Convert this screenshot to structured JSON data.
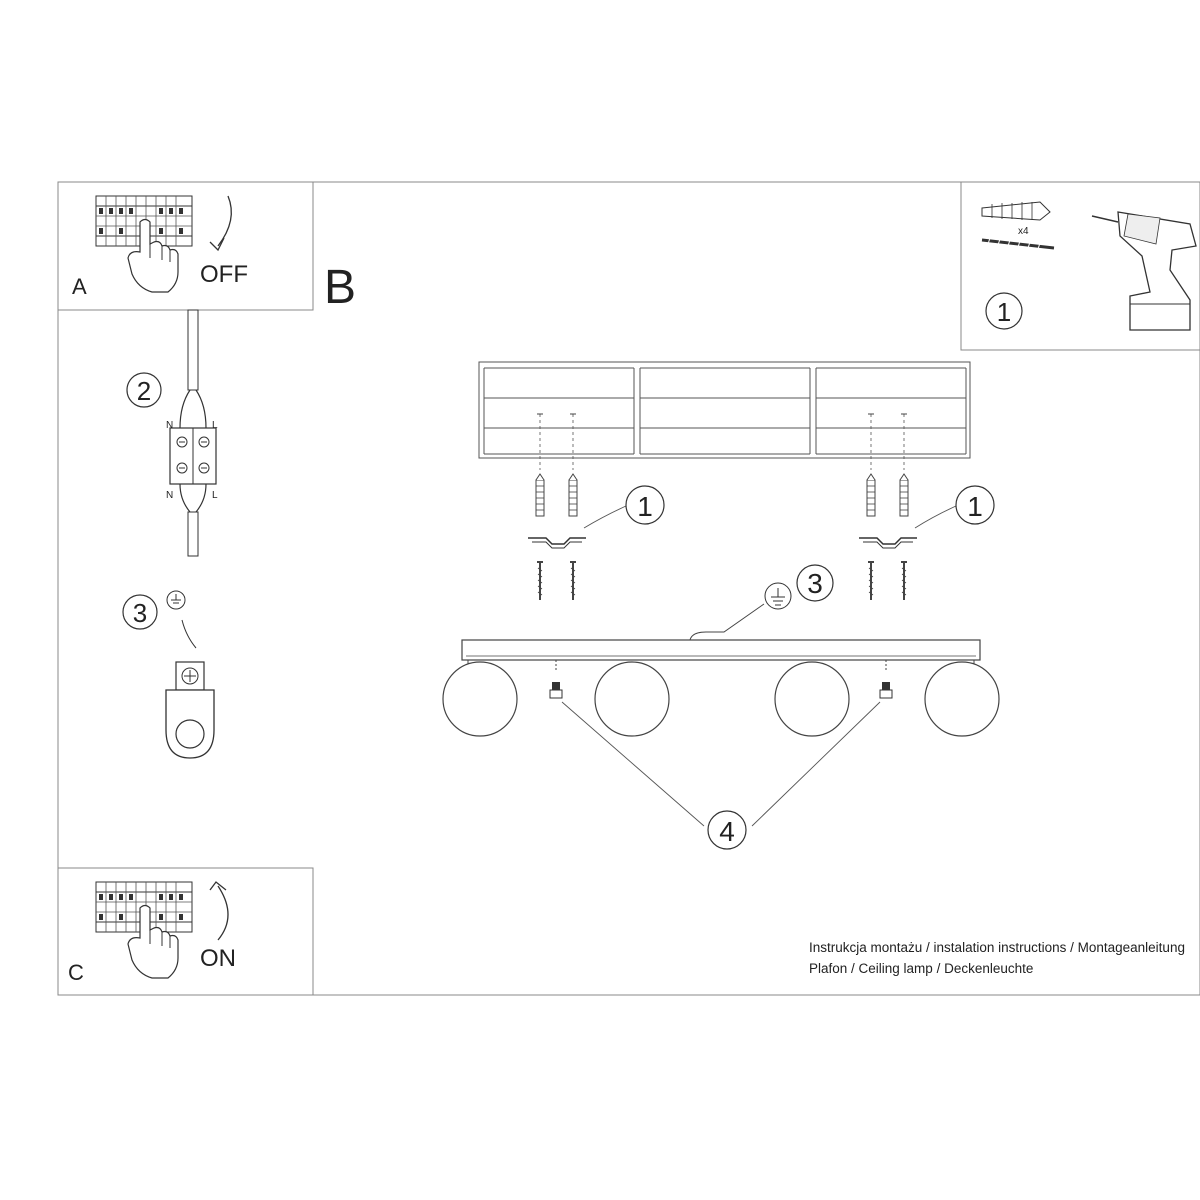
{
  "panels": {
    "a": {
      "letter": "A",
      "switch_label": "OFF"
    },
    "b": {
      "letter": "B"
    },
    "c": {
      "letter": "C",
      "switch_label": "ON"
    }
  },
  "wiring": {
    "step": "2",
    "left_terminal": "N",
    "right_terminal": "L"
  },
  "earth": {
    "step": "3"
  },
  "kit": {
    "step": "1",
    "quantity": "x4"
  },
  "callouts": {
    "mount_left": "1",
    "mount_right": "1",
    "ground": "3",
    "bulbs": "4"
  },
  "footer": {
    "line1": "Instrukcja montażu / instalation instructions / Montageanleitung",
    "line2": "Plafon / Ceiling lamp / Deckenleuchte"
  }
}
